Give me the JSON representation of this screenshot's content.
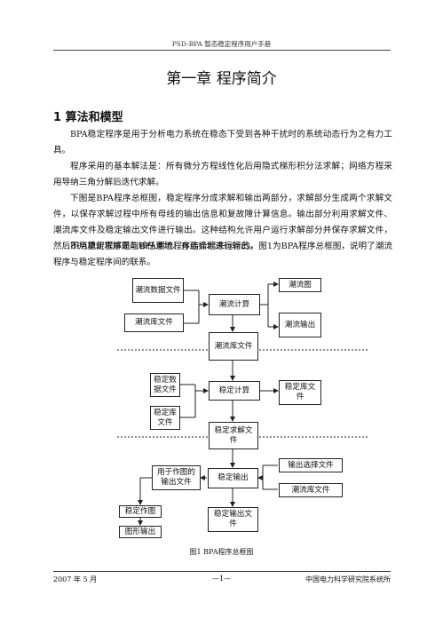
{
  "header": "PSD-BPA 暂态稳定程序用户手册",
  "chapter_title": "第一章  程序简介",
  "section_title": "1 算法和模型",
  "paragraphs": [
    "BPA稳定程序是用于分析电力系统在稳态下受到各种干扰时的系统动态行为之有力工具。",
    "程序采用的基本解法是：所有微分方程线性化后用隐式梯形积分法求解；网络方程采用导纳三角分解后迭代求解。",
    "下图是BPA程序总框图，稳定程序分成求解和输出两部分，求解部分生成两个求解文件，以保存求解过程中所有母线的输出信息和复故障计算信息。输出部分利用求解文件、潮流库文件及稳定输出文件进行输出。这种结构允许用户运行求解部分并保存求解文件，然后不用重新求解而能够任意地、有选择地进行输出。",
    "BPA稳定程序是与BPA潮流程序结合起来运行的，图1为BPA程序总框图，说明了潮流程序与稳定程序间的联系。"
  ],
  "flowchart": {
    "flow_data_file": "潮流数据文件",
    "flow_lib_file_in": "潮流库文件",
    "flow_calc": "潮流计算",
    "flow_chart_out": "潮流图",
    "flow_output": "潮流输出",
    "flow_lib_file": "潮流库文件",
    "stab_data_file": "稳定数据文件",
    "stab_lib_file_in": "稳定库文件",
    "stab_calc": "稳定计算",
    "stab_lib_file_out": "稳定库文件",
    "stab_solve_file": "稳定求解文件",
    "plot_output_file": "用于作图的输出文件",
    "stab_output": "稳定输出",
    "output_select_file": "输出选择文件",
    "flow_lib_file2": "潮流库文件",
    "stab_plot": "稳定作图",
    "graph_output": "图形输出",
    "stab_output_file": "稳定输出文件"
  },
  "caption": "图1  BPA程序总框图",
  "footer": {
    "left": "2007 年 5 月",
    "center": "—1—",
    "right": "中国电力科学研究院系统所"
  }
}
